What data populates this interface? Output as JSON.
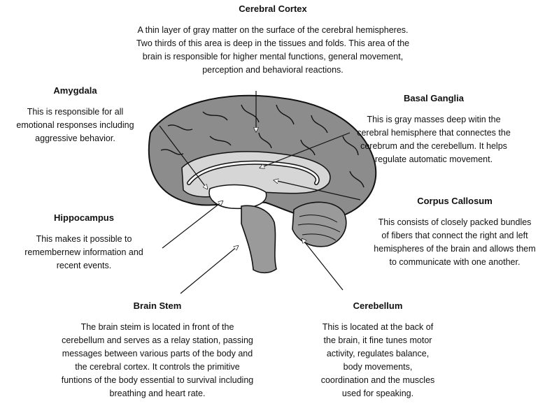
{
  "labels": {
    "cortex": {
      "title": "Cerebral Cortex",
      "text": "A thin layer of gray matter on the surface of the cerebral hemispheres.\nTwo thirds of this area is deep in the tissues and folds. This area of the\nbrain is responsible for higher mental functions, general movement,\nperception and behavioral reactions."
    },
    "amygdala": {
      "title": "Amygdala",
      "text": "This is responsible for all\nemotional responses including\naggressive behavior."
    },
    "basal": {
      "title": "Basal Ganglia",
      "text": "This is gray masses deep witin the\ncerebral hemisphere that connectes the\ncerebrum and the cerebellum. It helps\nregulate automatic movement."
    },
    "corpus": {
      "title": "Corpus Callosum",
      "text": "This consists of closely packed bundles\nof fibers that connect the right and left\nhemispheres of the brain and allows them\nto communicate with one another."
    },
    "hippocampus": {
      "title": "Hippocampus",
      "text": "This makes it possible to\nremembernew information and\nrecent events."
    },
    "brainstem": {
      "title": "Brain Stem",
      "text": "The brain steim is located in front of the\ncerebellum and serves as a relay station, passing\nmessages between various parts of the body and\nthe cerebral cortex. It controls the primitive\nfuntions of the body essential to survival including\nbreathing and heart rate."
    },
    "cerebellum": {
      "title": "Cerebellum",
      "text": "This is located at the back of\nthe brain, it fine tunes motor\nactivity, regulates balance,\nbody movements,\ncoordination and the muscles\nused for speaking."
    }
  },
  "colors": {
    "brain_fill": "#8c8c8c",
    "brain_light": "#d6d6d6",
    "outline": "#111111"
  }
}
